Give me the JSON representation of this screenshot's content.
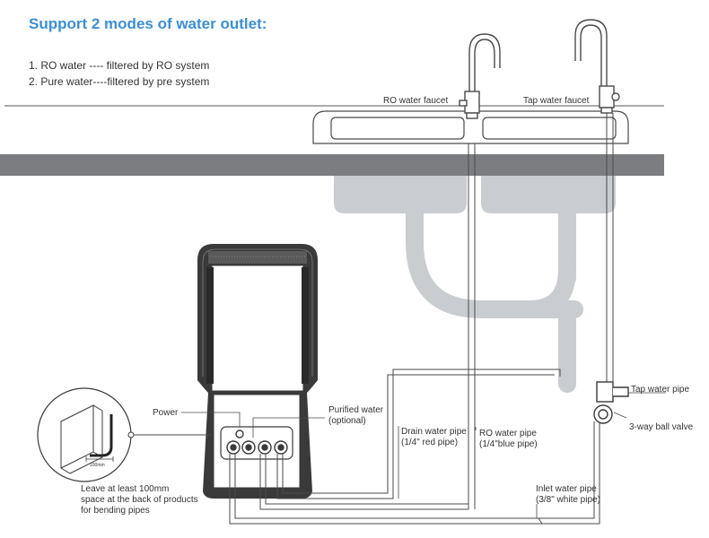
{
  "heading": "Support 2 modes of water outlet:",
  "modes": [
    "1. RO water ---- filtered by RO system",
    "2. Pure water----filtered by pre system"
  ],
  "labels": {
    "ro_faucet": "RO water faucet",
    "tap_faucet": "Tap water faucet",
    "power": "Power",
    "purified_1": "Purified water",
    "purified_2": "(optional)",
    "drain_1": "Drain water pipe",
    "drain_2": "(1/4\" red pipe)",
    "ro_pipe_1": "RO water pipe",
    "ro_pipe_2": "(1/4\"blue pipe)",
    "tap_pipe": "Tap water pipe",
    "ball_valve": "3-way ball valve",
    "inlet_1": "Inlet water pipe",
    "inlet_2": "(3/8\" white pipe)",
    "leave_1": "Leave at least 100mm",
    "leave_2": "space at the back of products",
    "leave_3": "for bending pipes",
    "dimension": "100mm"
  },
  "colors": {
    "heading": "#3b8fd9",
    "counter": "#7b7d80",
    "sink_drain": "#c9ccd0",
    "line": "#4a4a4a"
  },
  "icons": [
    "ro-faucet-icon",
    "tap-faucet-icon",
    "double-sink-icon",
    "drain-trap-icon",
    "purifier-unit-icon",
    "ball-valve-icon",
    "back-clearance-icon"
  ]
}
